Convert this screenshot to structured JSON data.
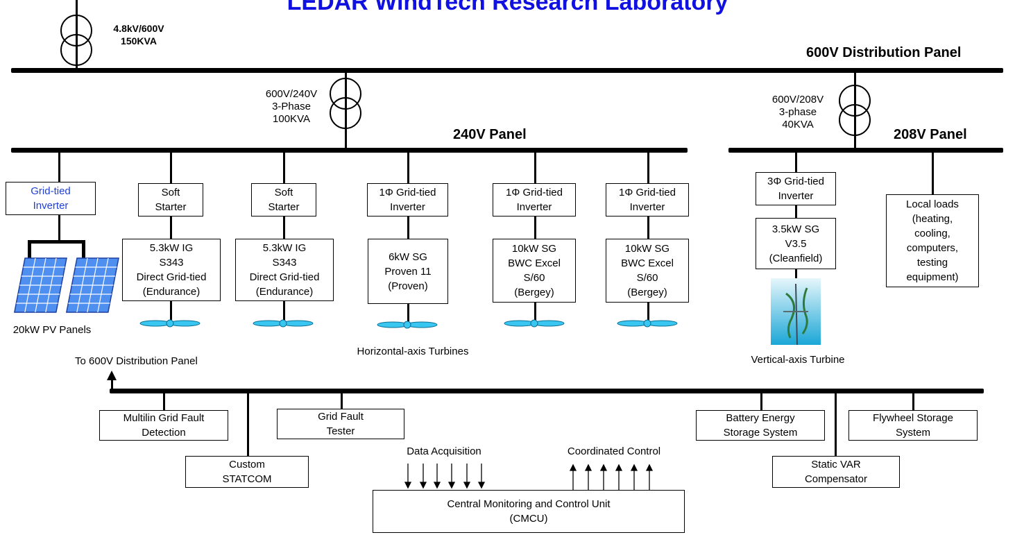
{
  "title": "LEDAR WindTech Research Laboratory",
  "main_transformer": {
    "rating": "4.8kV/600V\n150KVA"
  },
  "panels": {
    "p600": "600V Distribution Panel",
    "p240": "240V Panel",
    "p208": "208V Panel"
  },
  "transformers": {
    "t240": "600V/240V\n3-Phase\n100KVA",
    "t208": "600V/208V\n3-phase\n40KVA"
  },
  "branches": {
    "pv_inverter": "Grid-tied\nInverter",
    "pv_label": "20kW PV Panels",
    "soft_starter_1": "Soft\nStarter",
    "gen_1": "5.3kW IG\nS343\nDirect Grid-tied\n(Endurance)",
    "soft_starter_2": "Soft\nStarter",
    "gen_2": "5.3kW IG\nS343\nDirect Grid-tied\n(Endurance)",
    "inverter_3": "1Φ Grid-tied\nInverter",
    "gen_3": "6kW SG\nProven 11\n(Proven)",
    "inverter_4": "1Φ Grid-tied\nInverter",
    "gen_4": "10kW SG\nBWC Excel\nS/60\n(Bergey)",
    "inverter_5": "1Φ Grid-tied\nInverter",
    "gen_5": "10kW SG\nBWC Excel\nS/60\n(Bergey)",
    "hat_label": "Horizontal-axis Turbines",
    "inverter_3ph": "3Φ Grid-tied\nInverter",
    "gen_vat": "3.5kW SG\nV3.5\n(Cleanfield)",
    "vat_label": "Vertical-axis Turbine",
    "local_loads": "Local loads\n(heating,\ncooling,\ncomputers,\ntesting\nequipment)"
  },
  "bottom": {
    "to_600": "To 600V Distribution Panel",
    "multilin": "Multilin Grid Fault\nDetection",
    "grid_fault_tester": "Grid Fault\nTester",
    "statcom": "Custom\nSTATCOM",
    "battery": "Battery Energy\nStorage System",
    "flywheel": "Flywheel Storage\nSystem",
    "svc": "Static VAR\nCompensator",
    "data_acq": "Data Acquisition",
    "coord_ctrl": "Coordinated Control",
    "cmcu": "Central Monitoring and Control Unit\n(CMCU)"
  },
  "colors": {
    "title": "#1010e0",
    "pv_inverter_text": "#1f3fd8",
    "pv_panel": "#4f8ff0",
    "turbine": "#39c6f0"
  }
}
